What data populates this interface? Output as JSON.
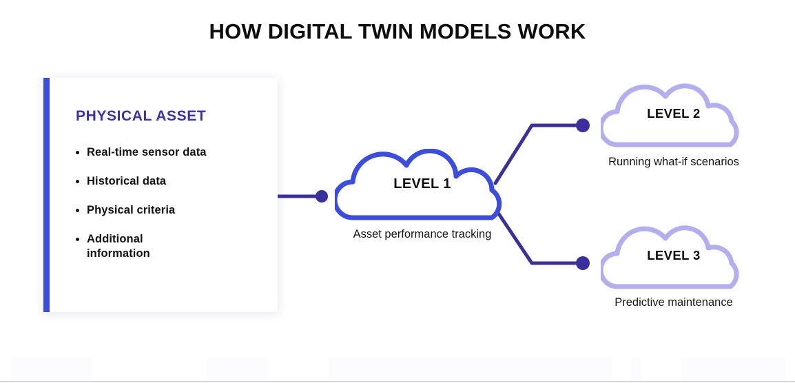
{
  "title": "HOW DIGITAL TWIN MODELS WORK",
  "colors": {
    "accent_bar": "#3b4ce0",
    "asset_title": "#3a32a8",
    "cloud_primary_stroke": "#3b4ce0",
    "cloud_secondary_stroke": "#b3aef0",
    "connector": "#3b2f9e",
    "text": "#0d0d0d"
  },
  "asset_card": {
    "heading": "PHYSICAL ASSET",
    "bullets": [
      "Real-time sensor data",
      "Historical data",
      "Physical criteria",
      "Additional information"
    ]
  },
  "nodes": {
    "level1": {
      "label": "LEVEL 1",
      "caption": "Asset performance tracking"
    },
    "level2": {
      "label": "LEVEL 2",
      "caption": "Running what-if scenarios"
    },
    "level3": {
      "label": "LEVEL 3",
      "caption": "Predictive maintenance"
    }
  }
}
